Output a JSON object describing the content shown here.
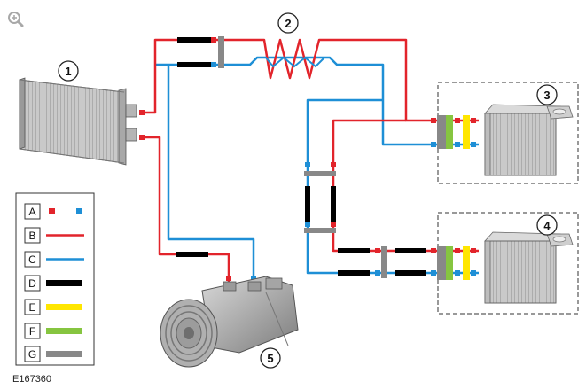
{
  "figure_ref": "E167360",
  "zoom_icon": "magnifier-plus-icon",
  "callouts": [
    "1",
    "2",
    "3",
    "4",
    "5"
  ],
  "components": [
    "condenser",
    "thermal-expansion-valve",
    "front-evaporator",
    "rear-evaporator",
    "compressor"
  ],
  "legend": [
    {
      "key": "A",
      "swatch": "service-ports",
      "colors": [
        "#e2242b",
        "#1e8fd6"
      ]
    },
    {
      "key": "B",
      "swatch": "line",
      "colors": [
        "#e2242b"
      ]
    },
    {
      "key": "C",
      "swatch": "line",
      "colors": [
        "#1e8fd6"
      ]
    },
    {
      "key": "D",
      "swatch": "bar",
      "colors": [
        "#000000"
      ]
    },
    {
      "key": "E",
      "swatch": "bar",
      "colors": [
        "#ffe600"
      ]
    },
    {
      "key": "F",
      "swatch": "bar",
      "colors": [
        "#86c540"
      ]
    },
    {
      "key": "G",
      "swatch": "bar",
      "colors": [
        "#888888"
      ]
    }
  ],
  "colors": {
    "high_pressure": "#e2242b",
    "low_pressure": "#1e8fd6",
    "hose": "#000000",
    "seal_e": "#ffe600",
    "seal_f": "#86c540",
    "connector_g": "#888888"
  }
}
